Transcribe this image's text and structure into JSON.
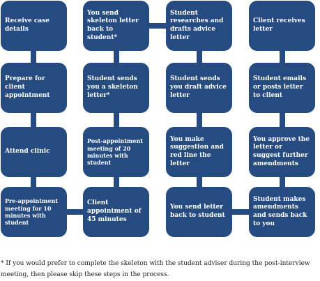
{
  "steps": [
    "Receive case details",
    "Prepare for client appointment",
    "Attend clinic",
    "Pre-appointment meeting for 10 minutes with student",
    "Client appointment of 45 minutes",
    "Post-appointment meeting of 20 minutes with student",
    "Student sends you a skeleton letter*",
    "You send skeleton letter back to student*",
    "Student researches and drafts advice letter",
    "Student sends you draft advice letter",
    "You make suggestion and red line the letter",
    "You send letter back to student",
    "Student makes amendments and sends back to you",
    "You approve the letter or suggest further amendments",
    "Student emails or posts letter to client",
    "Client receives letter"
  ],
  "footnote": "* If you would prefer to complete the skeleton with the student adviser during the post-interview meeting, then please skip these steps in the process.",
  "colors": {
    "box_fill": "#254b80",
    "box_text": "#ffffff",
    "connector": "#254b80"
  }
}
